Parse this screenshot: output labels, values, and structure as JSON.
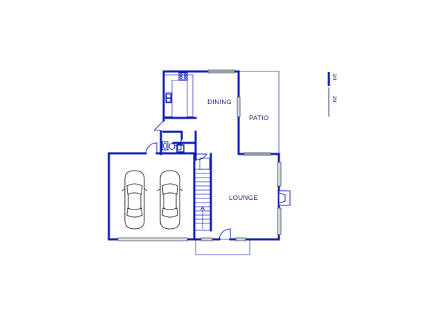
{
  "rooms": {
    "dining": "DINING",
    "patio": "PATIO",
    "lounge": "LOUNGE"
  },
  "scale": {
    "one": "1M",
    "two": "2M"
  },
  "colors": {
    "wall": "#0a1ab4",
    "outline": "#5a5ab8",
    "window": "#7a8a9a",
    "text": "#1a1a66",
    "scale_grey": "#9a9aa8"
  }
}
